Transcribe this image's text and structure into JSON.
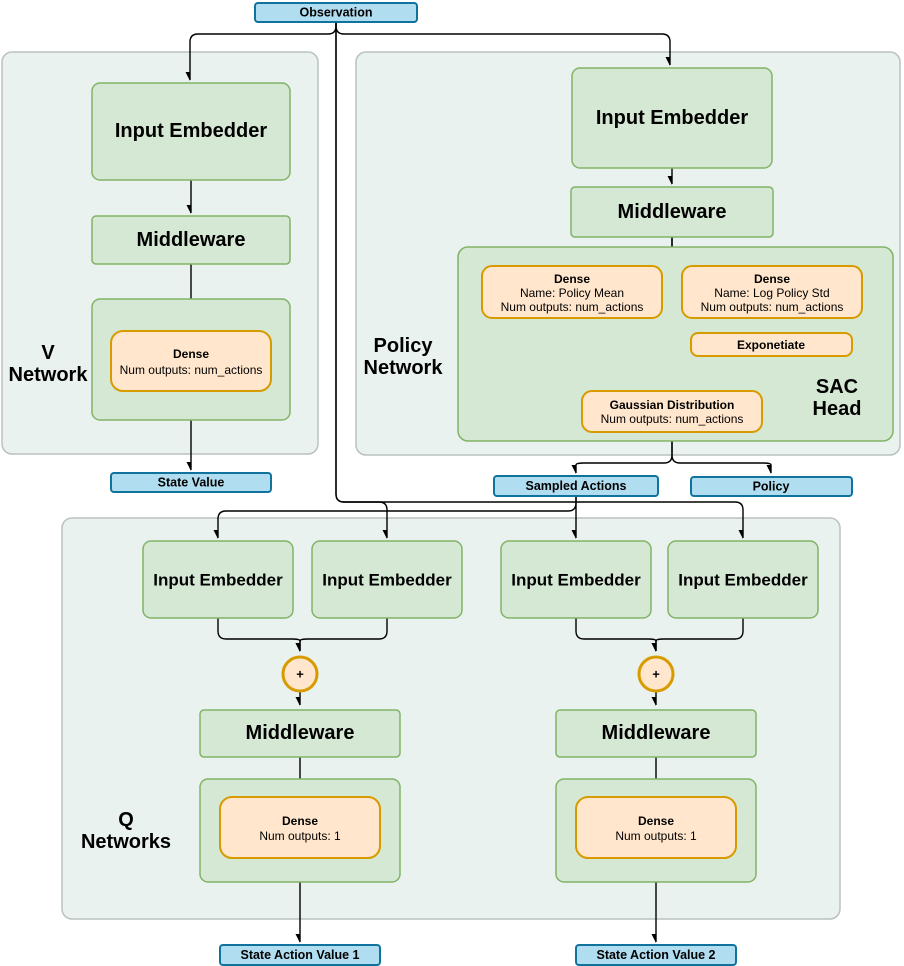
{
  "colors": {
    "panel_fill": "#e9f2ee",
    "panel_border": "#b9c2c2",
    "green_fill": "#d5e8d4",
    "green_border": "#82b366",
    "orange_fill": "#ffe6cc",
    "orange_border": "#d79b00",
    "blue_fill": "#b1ddf0",
    "blue_border": "#10739e",
    "edge": "#000000"
  },
  "observation": {
    "label": "Observation"
  },
  "v_network": {
    "title": [
      "V",
      "Network"
    ],
    "input_embedder": "Input Embedder",
    "middleware": "Middleware",
    "dense": {
      "title": "Dense",
      "outputs": "Num outputs: num_actions"
    },
    "output": "State Value"
  },
  "policy_network": {
    "title": [
      "Policy",
      "Network"
    ],
    "input_embedder": "Input Embedder",
    "middleware": "Middleware",
    "sac_head": {
      "title": [
        "SAC",
        "Head"
      ],
      "dense_mean": {
        "title": "Dense",
        "name": "Name: Policy Mean",
        "outputs": "Num outputs: num_actions"
      },
      "dense_std": {
        "title": "Dense",
        "name": "Name: Log Policy Std",
        "outputs": "Num outputs: num_actions"
      },
      "exponentiate": "Exponetiate",
      "gaussian": {
        "title": "Gaussian Distribution",
        "outputs": "Num outputs: num_actions"
      }
    },
    "outputs": {
      "sampled_actions": "Sampled Actions",
      "policy": "Policy"
    }
  },
  "q_networks": {
    "title": [
      "Q",
      "Networks"
    ],
    "input_embedder": "Input Embedder",
    "middleware": "Middleware",
    "plus": "+",
    "dense": {
      "title": "Dense",
      "outputs": "Num outputs: 1"
    },
    "outputs": {
      "q1": "State Action Value 1",
      "q2": "State Action Value 2"
    }
  }
}
